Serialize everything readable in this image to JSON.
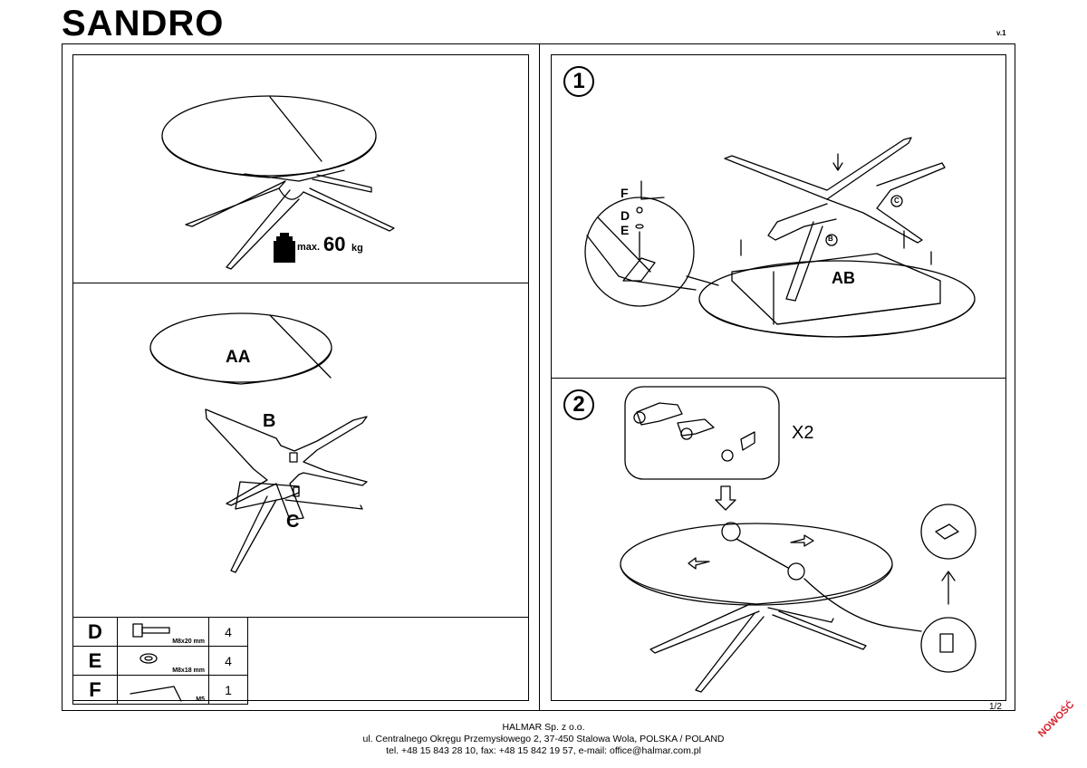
{
  "header": {
    "title": "SANDRO",
    "version": "v.1"
  },
  "overview": {
    "max_label": "max.",
    "max_value": "60",
    "max_unit": "kg"
  },
  "parts_view": {
    "top_label": "AA",
    "base_label": "B",
    "leg_label": "C"
  },
  "parts": [
    {
      "letter": "D",
      "spec": "M8x20 mm",
      "qty": "4",
      "icon": "bolt-icon"
    },
    {
      "letter": "E",
      "spec": "M8x18 mm",
      "qty": "4",
      "icon": "washer-icon"
    },
    {
      "letter": "F",
      "spec": "M5",
      "qty": "1",
      "icon": "hex-key-icon"
    }
  ],
  "step1": {
    "number": "1",
    "hw_f": "F",
    "hw_d": "D",
    "hw_e": "E",
    "label_ab": "AB",
    "label_b": "B",
    "label_c": "C"
  },
  "step2": {
    "number": "2",
    "multiplier": "X2"
  },
  "page": "1/2",
  "footer": {
    "company": "HALMAR Sp. z o.o.",
    "address": "ul. Centralnego Okręgu Przemysłowego 2, 37-450 Stalowa Wola, POLSKA / POLAND",
    "contact": "tel. +48 15 843 28 10, fax: +48 15 842 19 57, e-mail: office@halmar.com.pl"
  },
  "badge": "NOWOŚĆ",
  "colors": {
    "badge": "#d7202a"
  }
}
